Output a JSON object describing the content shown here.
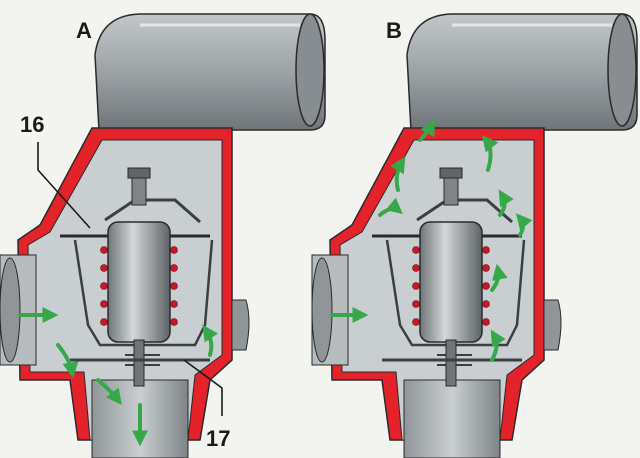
{
  "panels": [
    {
      "letter": "A",
      "state": "closed"
    },
    {
      "letter": "B",
      "state": "open"
    }
  ],
  "callouts": [
    {
      "number": "16"
    },
    {
      "number": "17"
    }
  ],
  "colors": {
    "paper": "#f3f3ef",
    "housing_metal": "#9aa0a3",
    "housing_dark": "#5f6568",
    "cut_section_red": "#e4222a",
    "coolant_cavity": "#c9ced1",
    "spring_dot": "#c8182a",
    "flow_arrow": "#36a84a",
    "outline": "#2a2a2a"
  }
}
